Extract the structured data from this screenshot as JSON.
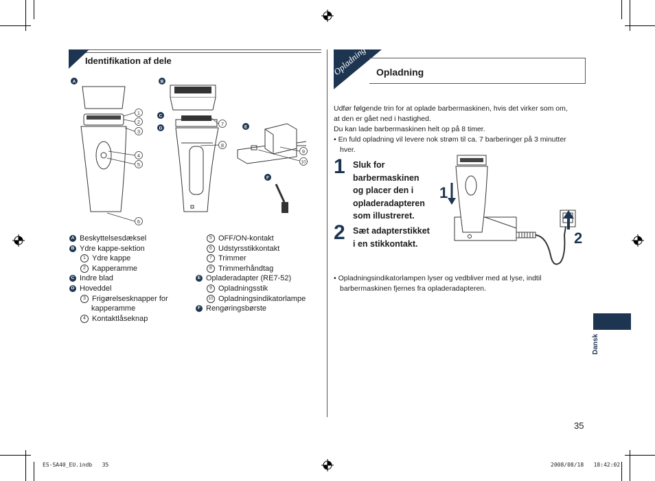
{
  "left": {
    "section_title": "Identifikation af dele",
    "diagram_letters": [
      "A",
      "B",
      "C",
      "D",
      "E",
      "F"
    ],
    "diagram_numbers": [
      "1",
      "2",
      "3",
      "4",
      "5",
      "6",
      "7",
      "8",
      "9",
      "10"
    ],
    "col1": [
      {
        "marker": "A",
        "type": "letter",
        "text": "Beskyttelsesdæksel"
      },
      {
        "marker": "B",
        "type": "letter",
        "text": "Ydre kappe-sektion"
      },
      {
        "marker": "1",
        "type": "number",
        "text": "Ydre kappe"
      },
      {
        "marker": "2",
        "type": "number",
        "text": "Kapperamme"
      },
      {
        "marker": "C",
        "type": "letter",
        "text": "Indre blad"
      },
      {
        "marker": "D",
        "type": "letter",
        "text": "Hoveddel"
      },
      {
        "marker": "3",
        "type": "number",
        "text": "Frigørelsesknapper for"
      },
      {
        "marker": "",
        "type": "cont",
        "text": "kapperamme"
      },
      {
        "marker": "4",
        "type": "number",
        "text": "Kontaktlåseknap"
      }
    ],
    "col2": [
      {
        "marker": "5",
        "type": "number",
        "text": "OFF/ON-kontakt"
      },
      {
        "marker": "6",
        "type": "number",
        "text": "Udstyrsstikkontakt"
      },
      {
        "marker": "7",
        "type": "number",
        "text": "Trimmer"
      },
      {
        "marker": "8",
        "type": "number",
        "text": "Trimmerhåndtag"
      },
      {
        "marker": "E",
        "type": "letter",
        "text": "Opladeradapter (RE7-52)"
      },
      {
        "marker": "9",
        "type": "number",
        "text": "Opladningsstik"
      },
      {
        "marker": "10",
        "type": "number",
        "text": "Opladningsindikatorlampe"
      },
      {
        "marker": "F",
        "type": "letter",
        "text": "Rengøringsbørste"
      }
    ]
  },
  "right": {
    "tab_label": "Opladning",
    "section_title": "Opladning",
    "intro": [
      "Udfør følgende trin for at oplade barbermaskinen, hvis det virker som om,",
      "at den er gået ned i hastighed.",
      "Du kan lade barbermaskinen helt op på 8 timer."
    ],
    "bullet1": [
      "• En fuld opladning vil levere nok strøm til ca. 7 barberinger på 3 minutter",
      "hver."
    ],
    "steps": [
      {
        "num": "1",
        "lines": [
          "Sluk for",
          "barbermaskinen",
          "og placer den i",
          "opladeradapteren",
          "som illustreret."
        ]
      },
      {
        "num": "2",
        "lines": [
          "Sæt adapterstikket",
          "i en stikkontakt."
        ]
      }
    ],
    "illus_labels": {
      "one": "1",
      "two": "2"
    },
    "bullet2": [
      "• Opladningsindikatorlampen lyser og vedbliver med at lyse, indtil",
      "barbermaskinen fjernes fra opladeradapteren."
    ],
    "language_tab": "Dansk",
    "page_number": "35"
  },
  "footer": {
    "file": "ES-SA40_EU.indb   35",
    "datetime": "2008/08/18   18:42:02"
  },
  "colors": {
    "accent": "#1d3550"
  }
}
